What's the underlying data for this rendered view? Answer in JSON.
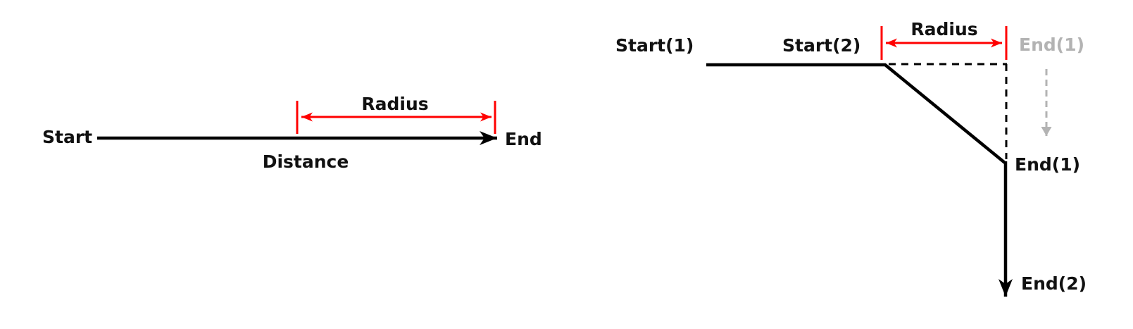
{
  "colors": {
    "line": "#000000",
    "accent_red": "#ff0000",
    "ghost_gray": "#b3b3b3",
    "text": "#111111",
    "background": "#ffffff"
  },
  "left_diagram": {
    "start_label": "Start",
    "end_label": "End",
    "radius_label": "Radius",
    "distance_label": "Distance"
  },
  "right_diagram": {
    "start1_label": "Start(1)",
    "start2_label": "Start(2)",
    "radius_label": "Radius",
    "end1_ghost_label": "End(1)",
    "end1_label": "End(1)",
    "end2_label": "End(2)"
  }
}
